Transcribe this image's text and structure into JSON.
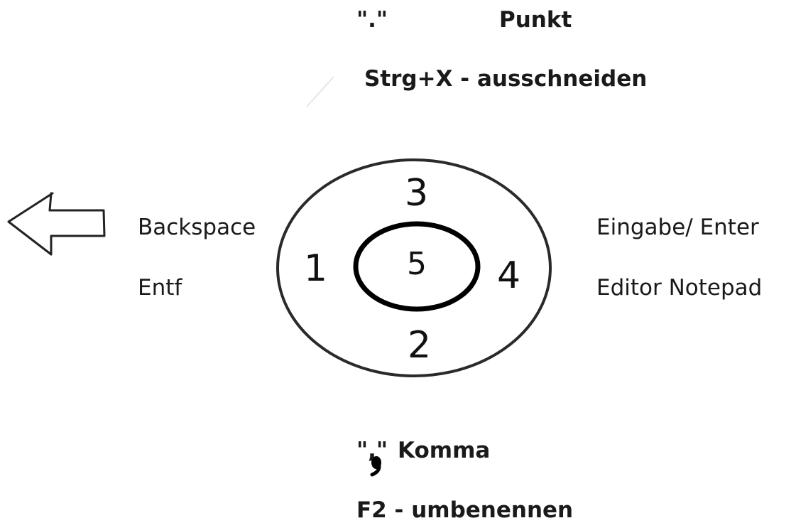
{
  "top": {
    "dot_symbol": "\".\"",
    "dot_label": "Punkt",
    "cut_shortcut": "Strg+X - ausschneiden"
  },
  "left": {
    "backspace_label": "Backspace",
    "delete_label": "Entf"
  },
  "right": {
    "enter_label": "Eingabe/ Enter",
    "editor_label": "Editor Notepad"
  },
  "bottom": {
    "comma_symbol": "\",\"",
    "comma_label": "Komma",
    "rename_shortcut": "F2 - umbenennen"
  },
  "zones": {
    "left": "1",
    "bottom": "2",
    "top": "3",
    "right": "4",
    "center": "5"
  },
  "icons": {
    "arrow": "left-arrow-icon"
  }
}
